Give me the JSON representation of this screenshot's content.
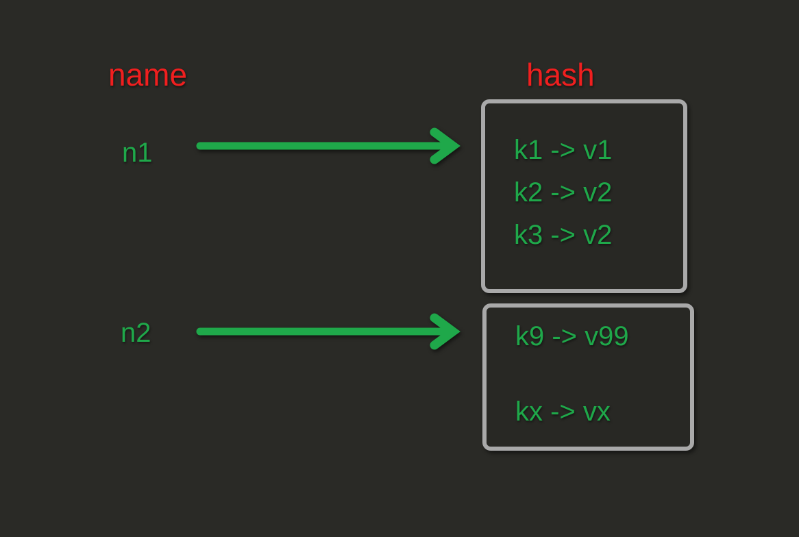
{
  "colors": {
    "background": "#2a2a26",
    "heading": "#f01f1f",
    "text_green": "#1fa84a",
    "box_border": "#a9a9a9",
    "arrow": "#1fa84a"
  },
  "columns": {
    "left_heading": "name",
    "right_heading": "hash"
  },
  "rows": [
    {
      "name": "n1",
      "arrow": "arrow-right",
      "entries": [
        "k1 -> v1",
        "k2 -> v2",
        "k3 -> v2"
      ]
    },
    {
      "name": "n2",
      "arrow": "arrow-right",
      "entries": [
        "k9 -> v99",
        "kx -> vx"
      ]
    }
  ]
}
